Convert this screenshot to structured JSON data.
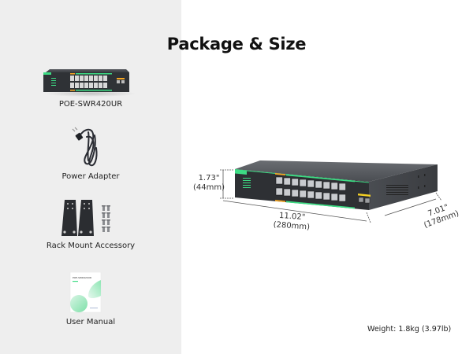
{
  "page": {
    "title": "Package & Size"
  },
  "package_items": [
    {
      "label": "POE-SWR420UR",
      "icon": "switch-icon"
    },
    {
      "label": "Power Adapter",
      "icon": "power-cable-icon"
    },
    {
      "label": "Rack Mount Accessory",
      "icon": "rack-mount-icon"
    },
    {
      "label": "User Manual",
      "icon": "manual-icon"
    }
  ],
  "manual_cover_text": "POE-SWR420UR",
  "dimensions": {
    "height_in": "1.73\"",
    "height_mm": "(44mm)",
    "length_in": "11.02\"",
    "length_mm": "(280mm)",
    "depth_in": "7.01\"",
    "depth_mm": "(178mm)"
  },
  "weight": "Weight: 1.8kg (3.97lb)",
  "colors": {
    "panel": "#eeeeee",
    "accent_green": "#3ddc84",
    "accent_orange": "#f5a623",
    "device_body": "#3a3d42"
  }
}
